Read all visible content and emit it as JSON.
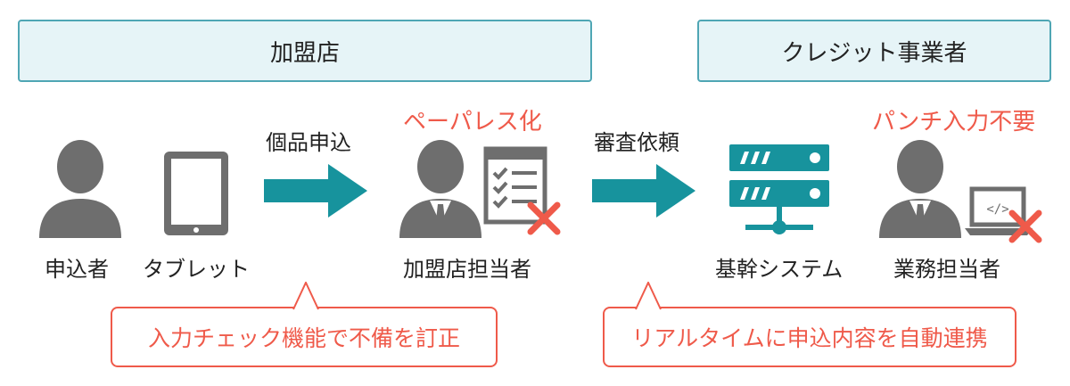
{
  "headers": {
    "merchant": "加盟店",
    "credit": "クレジット事業者"
  },
  "flow": {
    "step1": "個品申込",
    "step2": "審査依頼"
  },
  "benefits": {
    "paperless": "ペーパレス化",
    "no_punch": "パンチ入力不要"
  },
  "actors": {
    "applicant": "申込者",
    "tablet": "タブレット",
    "merchant_staff": "加盟店担当者",
    "core_system": "基幹システム",
    "business_staff": "業務担当者"
  },
  "callouts": {
    "left": "入力チェック機能で不備を訂正",
    "right": "リアルタイムに申込内容を自動連携"
  },
  "colors": {
    "header_bg": "#e6f4f7",
    "header_border": "#4fa6b4",
    "teal": "#17939d",
    "icon_gray": "#6e6e6e",
    "accent_red": "#ef5a4a"
  }
}
